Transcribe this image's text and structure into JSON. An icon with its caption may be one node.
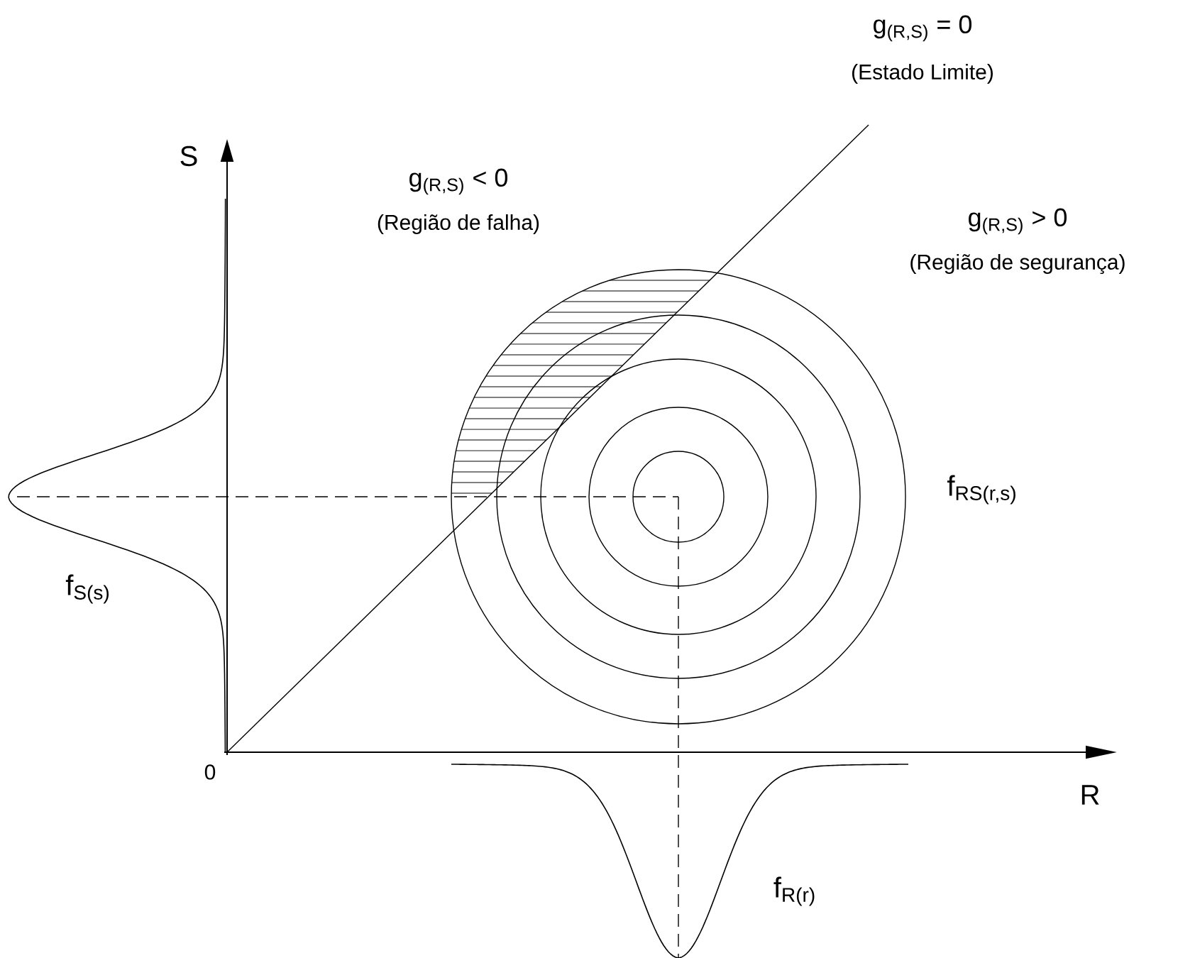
{
  "diagram": {
    "labels": [
      "g$_{(R,S)}$ = 0",
      "(Estado Limite)",
      "S",
      "g$_{(R,S)}$ < 0",
      "(Região de falha)",
      "g$_{(R,S)}$ > 0",
      "(Região de segurança)",
      "f$_{RS(r,s)}$",
      "f$_{S(s)}$",
      "0",
      "R",
      "f$_{R(r)}$"
    ]
  }
}
